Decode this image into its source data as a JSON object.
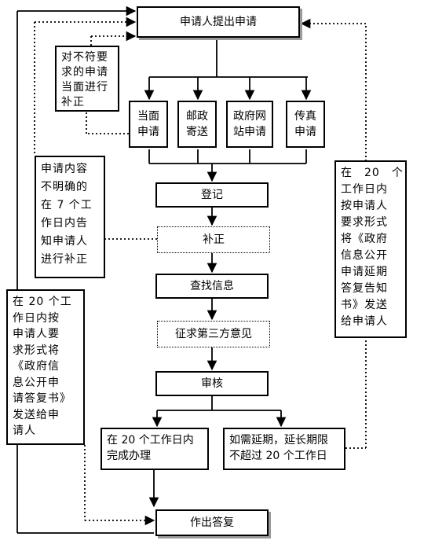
{
  "nodes": {
    "submit": "申请人提出申请",
    "in_person": "当面\n申请",
    "post": "邮政\n寄送",
    "website": "政府网\n站申请",
    "fax": "传真\n申请",
    "register": "登记",
    "supplement": "补正",
    "search": "查找信息",
    "third_party": "征求第三方意见",
    "review": "审核",
    "complete": "在 20 个工作日内\n完成办理",
    "extend": "如需延期，延长期限\n不超过 20 个工作日",
    "reply": "作出答复"
  },
  "notes": {
    "correct_on_site": "对不符要\n求的申请\n当面进行\n补正",
    "unclear_content": "申请内容\n不明确的\n在 7 个工\n作日内告\n知申请人\n进行补正",
    "extension_notice": "在　20　个\n工作日内\n按申请人\n要求形式\n将《政府\n信息公开\n申请延期\n答复告知\n书》发送\n给申请人",
    "reply_notice": "在 20 个工\n作日内按\n申请人要\n求形式将\n《政府信\n息公开申\n请答复书》\n发送给申\n请人"
  }
}
